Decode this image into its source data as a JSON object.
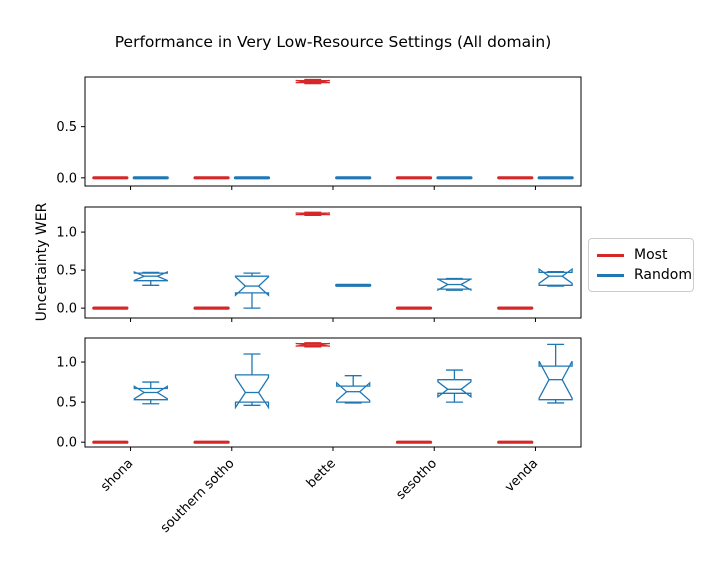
{
  "figure": {
    "background": "#ffffff",
    "frame_color": "#000000",
    "text_color": "#000000"
  },
  "chart_data": {
    "type": "boxplot",
    "title": "Performance in Very Low-Resource Settings (All domain)",
    "ylabel": "Uncertainty WER",
    "categories": [
      "shona",
      "southern sotho",
      "bette",
      "sesotho",
      "venda"
    ],
    "legend": {
      "position": "center right",
      "entries": [
        {
          "label": "Most",
          "color": "#d62728"
        },
        {
          "label": "Random",
          "color": "#1f77b4"
        }
      ]
    },
    "grid": false,
    "subplots": [
      {
        "name": "top",
        "ylim": [
          -0.08,
          0.985
        ],
        "yticks": [
          0.0,
          0.5
        ],
        "most": [
          {
            "value": 0.0
          },
          {
            "value": 0.0
          },
          {
            "whislo": 0.92,
            "q1": 0.93,
            "med": 0.94,
            "q3": 0.95,
            "whishi": 0.96
          },
          {
            "value": 0.0
          },
          {
            "value": 0.0
          }
        ],
        "random": [
          {
            "value": 0.0
          },
          {
            "value": 0.0
          },
          {
            "value": 0.0
          },
          {
            "value": 0.0
          },
          {
            "value": 0.0
          }
        ]
      },
      {
        "name": "middle",
        "ylim": [
          -0.13,
          1.33
        ],
        "yticks": [
          0.0,
          0.5,
          1.0
        ],
        "most": [
          {
            "value": 0.0
          },
          {
            "value": 0.0
          },
          {
            "whislo": 1.22,
            "q1": 1.23,
            "med": 1.24,
            "q3": 1.25,
            "whishi": 1.26
          },
          {
            "value": 0.0
          },
          {
            "value": 0.0
          }
        ],
        "random": [
          {
            "whislo": 0.3,
            "q1": 0.36,
            "med": 0.42,
            "q3": 0.46,
            "whishi": 0.47
          },
          {
            "whislo": 0.0,
            "q1": 0.2,
            "med": 0.29,
            "q3": 0.42,
            "whishi": 0.46
          },
          {
            "value": 0.3
          },
          {
            "whislo": 0.235,
            "q1": 0.25,
            "med": 0.31,
            "q3": 0.38,
            "whishi": 0.39
          },
          {
            "whislo": 0.29,
            "q1": 0.3,
            "med": 0.42,
            "q3": 0.47,
            "whishi": 0.48
          }
        ]
      },
      {
        "name": "bottom",
        "ylim": [
          -0.06,
          1.3
        ],
        "yticks": [
          0.0,
          0.5,
          1.0
        ],
        "most": [
          {
            "value": 0.0
          },
          {
            "value": 0.0
          },
          {
            "whislo": 1.19,
            "q1": 1.2,
            "med": 1.215,
            "q3": 1.23,
            "whishi": 1.24
          },
          {
            "value": 0.0
          },
          {
            "value": 0.0
          }
        ],
        "random": [
          {
            "whislo": 0.48,
            "q1": 0.53,
            "med": 0.62,
            "q3": 0.67,
            "whishi": 0.75
          },
          {
            "whislo": 0.46,
            "q1": 0.5,
            "med": 0.62,
            "q3": 0.84,
            "whishi": 1.1
          },
          {
            "whislo": 0.49,
            "q1": 0.5,
            "med": 0.63,
            "q3": 0.7,
            "whishi": 0.83
          },
          {
            "whislo": 0.5,
            "q1": 0.61,
            "med": 0.66,
            "q3": 0.78,
            "whishi": 0.9
          },
          {
            "whislo": 0.49,
            "q1": 0.53,
            "med": 0.78,
            "q3": 0.95,
            "whishi": 1.22
          }
        ]
      }
    ]
  }
}
